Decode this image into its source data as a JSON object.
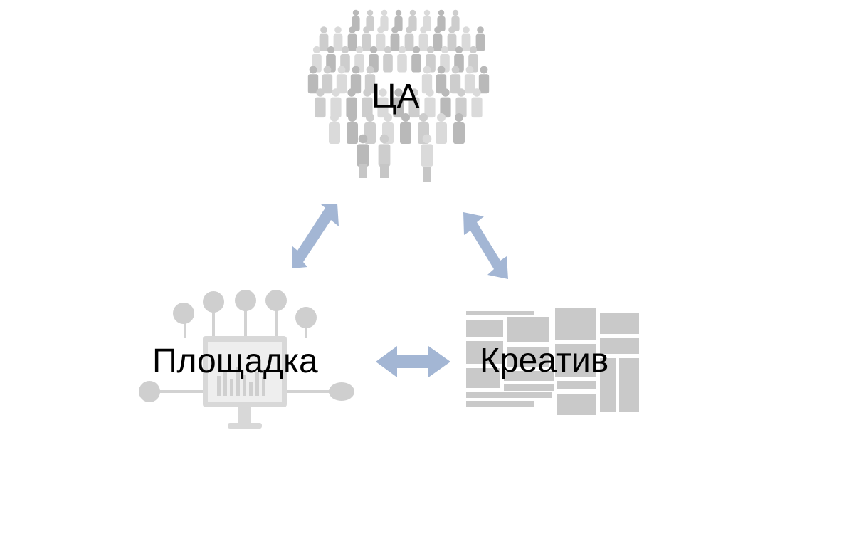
{
  "nodes": {
    "audience": {
      "label": "ЦА",
      "icon": "crowd-icon"
    },
    "platform": {
      "label": "Площадка",
      "icon": "social-network-monitor-icon"
    },
    "creative": {
      "label": "Креатив",
      "icon": "banner-grid-icon"
    }
  },
  "colors": {
    "arrow": "#a3b6d4",
    "icon": "#c8c8c8",
    "icon_dark": "#b4b4b4"
  }
}
